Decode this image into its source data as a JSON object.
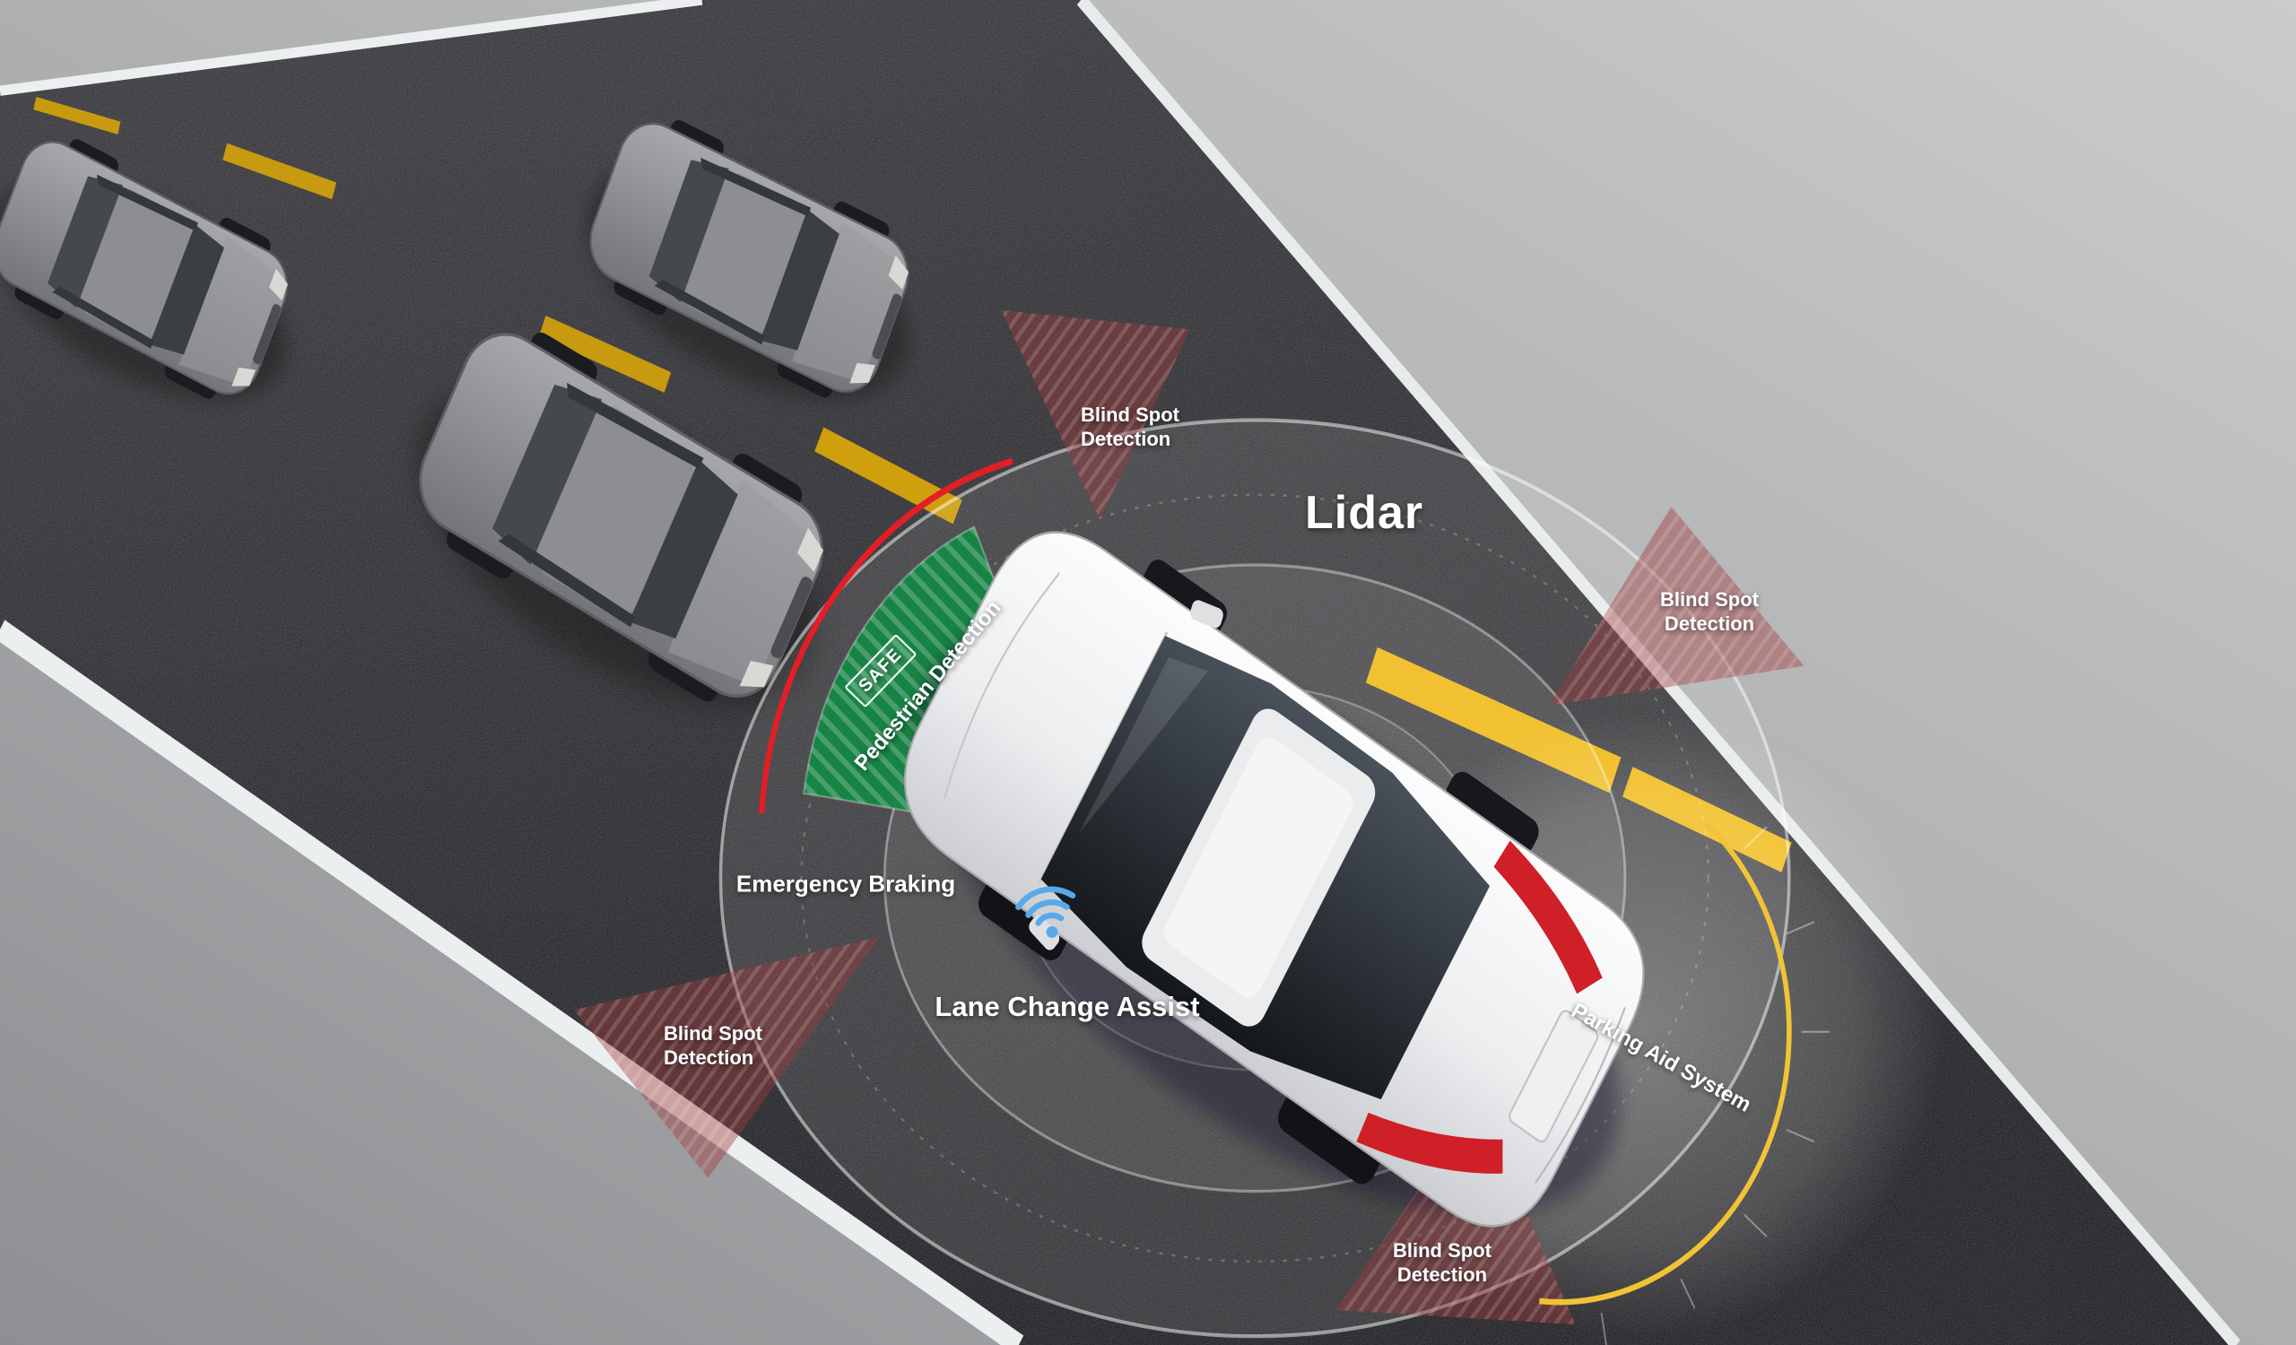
{
  "labels": {
    "lidar": "Lidar",
    "blind_spot": {
      "line1": "Blind Spot",
      "line2": "Detection"
    },
    "pedestrian_detection": "Pedestrian Detection",
    "safe_badge": "SAFE",
    "emergency_braking": "Emergency Braking",
    "lane_change_assist": "Lane Change Assist",
    "parking_aid_system": "Parking Aid System"
  },
  "colors": {
    "pedestrian_zone_green": "#128744",
    "emergency_arc_red": "#e31e26",
    "blind_spot_red": "#b24548",
    "parking_arc_yellow": "#f2c335",
    "lane_marking_yellow": "#f1b606",
    "lidar_ring_white": "#ffffff",
    "road_asphalt": "#2c2c30",
    "background_gray": "#b5b6b8",
    "wifi_signal_blue": "#58a9ea",
    "ego_car_white": "#f2f3f5",
    "traffic_car_gray": "#8e8f92"
  },
  "icons": {
    "lane_change_signal": "wifi-icon",
    "safe_frame": "safe-badge-frame"
  }
}
